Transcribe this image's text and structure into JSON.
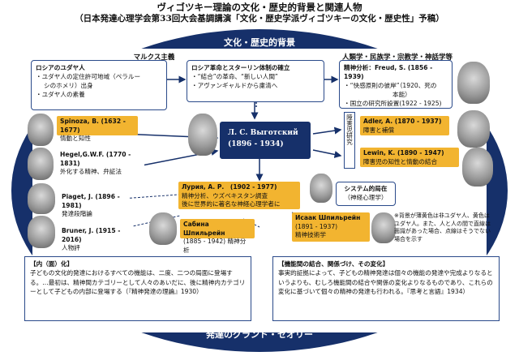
{
  "title": {
    "line1": "ヴィゴツキー理論の文化・歴史的背景と関連人物",
    "line2": "（日本発達心理学会第33回大会基調講演「文化・歴史学派ヴィゴツキーの文化・歴史性」予稿）"
  },
  "band_top": "文化・歴史的背景",
  "band_bottom": "発達のグランド・セオリー",
  "label_marx": "マルクス主義",
  "label_humanities": "人類学・民族学・宗教学・神話学等",
  "box_jews": {
    "head": "ロシアのユダヤ人",
    "l1": "・ユダヤ人の定住許可地域（ペラルー",
    "l2": "シのホメリ）出身",
    "l3": "・ユダヤ人の素養"
  },
  "box_revolution": {
    "head": "ロシア革命とスターリン体制の確立",
    "l1": "・“結合”の革命、“新しい人間”",
    "l2": "・アヴァンギャルドから粛清へ"
  },
  "box_freud": {
    "head": "精神分析：Freud, S. (1856 - 1939)",
    "l1": "・“快感原則の彼岸”（1920、死の",
    "l2": "本能）",
    "l3": "・国立の研究所設置(1922 - 1925)"
  },
  "spinoza": {
    "name": "Spinoza, B. (1632 - 1677)",
    "desc": "情動と知性"
  },
  "hegel": {
    "name": "Hegel,G.W.F. (1770 - 1831)",
    "desc": "外化する精神、弁証法"
  },
  "piaget": {
    "name": "Piaget, J. (1896 - 1981)",
    "desc": "発達段階論"
  },
  "bruner": {
    "name": "Bruner, J. (1915 - 2016)",
    "desc": "人物評"
  },
  "adler": {
    "name": "Adler, A. (1870 - 1937)",
    "desc": "障害と補償"
  },
  "lewin": {
    "name": "Lewin, K. (1890 - 1947)",
    "desc": "障害児の知性と情動の結合"
  },
  "vbox": "障害児研究",
  "vygotsky": {
    "name": "Л. С. Выготский",
    "years": "(1896 - 1934)"
  },
  "luria": {
    "name": "Лурия, А. Р.　(1902 - 1977)",
    "l1": "精神分析、ウズベキスタン調査",
    "l2": "後に世界的に著名な神経心理学者に"
  },
  "sabina": {
    "name": "Сабина Шпильрейн",
    "years": "(1885 - 1942) 精神分析"
  },
  "isaak": {
    "name": "Исаак Шпильрейн",
    "years": "(1891 - 1937)",
    "desc": "精神技術学"
  },
  "system": {
    "l1": "システム的局在",
    "l2": "（神経心理学）"
  },
  "note": "※背景が薄黄色は非ユダヤ人、黄色はユダヤ人。また、人と人の間で直線は面識があった場合、点線はそうでない場合を示す",
  "box_interiorization": {
    "head": "【内（面）化】",
    "text": "子どもの文化的発達におけるすべての機能は、二度、二つの局面に登場する。…最初は、精神間カテゴリーとして人々のあいだに、後に精神内カテゴリーとして子どもの内部に登場する（『精神発達の理論』1930）"
  },
  "box_integration": {
    "head": "【機能間の結合、関係づけ、その変化】",
    "text": "事実的証拠によって、子どもの精神発達は個々の機能の発達や完成よりなるというよりも、むしろ機能間の結合や関係の変化よりなるものであり、これらの変化に基づいて個々の精神の発達も行われる。『思考と言語』1934）"
  },
  "colors": {
    "navy": "#16306a",
    "yellow": "#f2b430",
    "pale_yellow": "#fbe9b8"
  },
  "icons": [
    "portrait-vygotsky",
    "portrait-freud",
    "portrait-spinoza",
    "portrait-hegel",
    "portrait-piaget",
    "portrait-bruner",
    "portrait-adler",
    "portrait-lewin",
    "portrait-luria",
    "portrait-sabina",
    "portrait-isaak"
  ]
}
